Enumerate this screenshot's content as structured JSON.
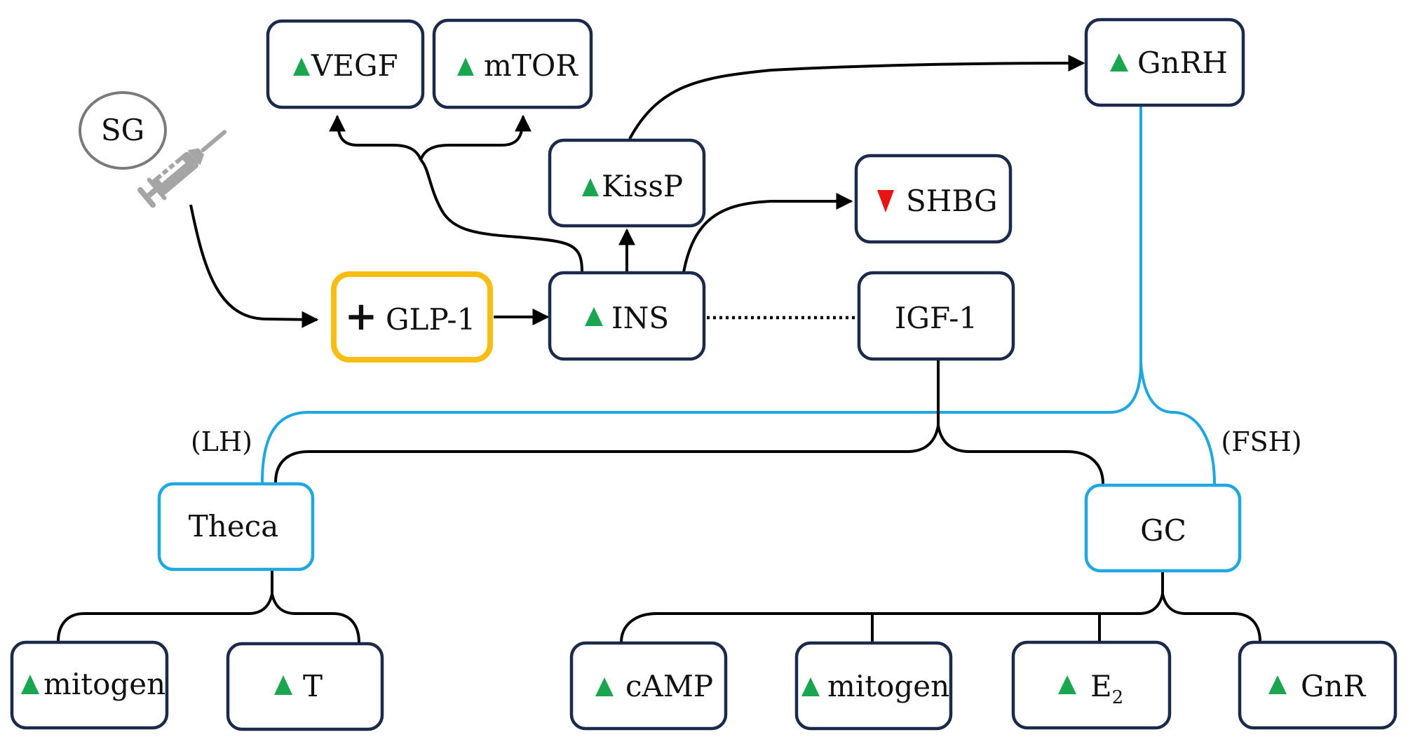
{
  "diagram": {
    "colors": {
      "node_border": "#1b2a4a",
      "cell_border": "#1ea7e1",
      "highlight_border": "#f8bd12",
      "increase": "#1aa64e",
      "decrease": "#e81313",
      "hormone_line": "#1ea7e1",
      "syringe": "#a5a5a5"
    },
    "source": {
      "label": "SG",
      "icon": "syringe-icon"
    },
    "nodes": {
      "glp1": {
        "label": "GLP-1",
        "marker": "+",
        "status": "added"
      },
      "ins": {
        "label": "INS",
        "status": "increase"
      },
      "kissp": {
        "label": "KissP",
        "status": "increase"
      },
      "vegf": {
        "label": "VEGF",
        "status": "increase"
      },
      "mtor": {
        "label": "mTOR",
        "status": "increase"
      },
      "gnrh": {
        "label": "GnRH",
        "status": "increase"
      },
      "shbg": {
        "label": "SHBG",
        "status": "decrease"
      },
      "igf1": {
        "label": "IGF-1",
        "status": "none"
      },
      "theca": {
        "label": "Theca",
        "status": "none"
      },
      "gc": {
        "label": "GC",
        "status": "none"
      },
      "theca_mitogen": {
        "label": "mitogen",
        "status": "increase"
      },
      "t": {
        "label": "T",
        "status": "increase"
      },
      "camp": {
        "label": "cAMP",
        "status": "increase"
      },
      "gc_mitogen": {
        "label": "mitogen",
        "status": "increase"
      },
      "e2": {
        "label": "E",
        "subscript": "2",
        "status": "increase"
      },
      "gnr": {
        "label": "GnR",
        "status": "increase"
      }
    },
    "hormone_labels": {
      "lh": "(LH)",
      "fsh": "(FSH)"
    },
    "edges": [
      {
        "from": "SG",
        "to": "GLP-1",
        "type": "arrow"
      },
      {
        "from": "GLP-1",
        "to": "INS",
        "type": "arrow"
      },
      {
        "from": "INS",
        "to": "VEGF",
        "type": "arrow"
      },
      {
        "from": "INS",
        "to": "mTOR",
        "type": "arrow"
      },
      {
        "from": "INS",
        "to": "KissP",
        "type": "arrow"
      },
      {
        "from": "KissP",
        "to": "GnRH",
        "type": "arrow"
      },
      {
        "from": "INS",
        "to": "SHBG",
        "type": "arrow"
      },
      {
        "from": "INS",
        "to": "IGF-1",
        "type": "dotted"
      },
      {
        "from": "IGF-1",
        "to": "Theca",
        "type": "line"
      },
      {
        "from": "IGF-1",
        "to": "GC",
        "type": "line"
      },
      {
        "from": "GnRH",
        "to": "Theca",
        "type": "hormone",
        "label": "(LH)"
      },
      {
        "from": "GnRH",
        "to": "GC",
        "type": "hormone",
        "label": "(FSH)"
      },
      {
        "from": "Theca",
        "to": "mitogen",
        "type": "line"
      },
      {
        "from": "Theca",
        "to": "T",
        "type": "line"
      },
      {
        "from": "GC",
        "to": "cAMP",
        "type": "line"
      },
      {
        "from": "GC",
        "to": "mitogen",
        "type": "line"
      },
      {
        "from": "GC",
        "to": "E2",
        "type": "line"
      },
      {
        "from": "GC",
        "to": "GnR",
        "type": "line"
      }
    ]
  }
}
